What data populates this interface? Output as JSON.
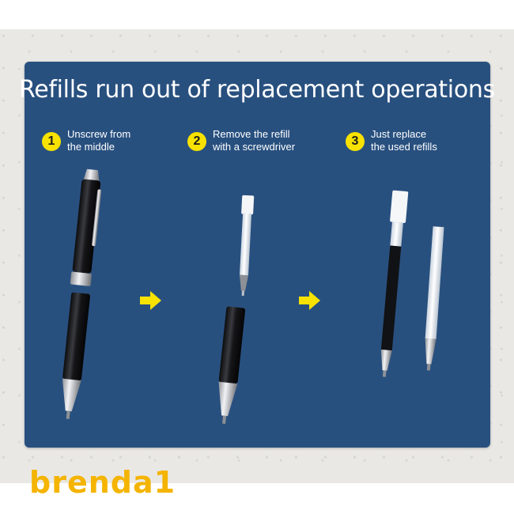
{
  "title": "Refills run out of replacement operations",
  "steps": [
    {
      "number": "1",
      "text": "Unscrew from\nthe middle"
    },
    {
      "number": "2",
      "text": "Remove the refill\nwith a screwdriver"
    },
    {
      "number": "3",
      "text": "Just replace\nthe used refills"
    }
  ],
  "watermark": "brenda1",
  "colors": {
    "panel": "#28507f",
    "badge": "#f7e200",
    "arrow": "#f7e200",
    "watermark": "#f4b400"
  },
  "icons": [
    "arrow-right-icon",
    "pen-top-icon",
    "pen-bottom-icon",
    "refill-icon"
  ]
}
